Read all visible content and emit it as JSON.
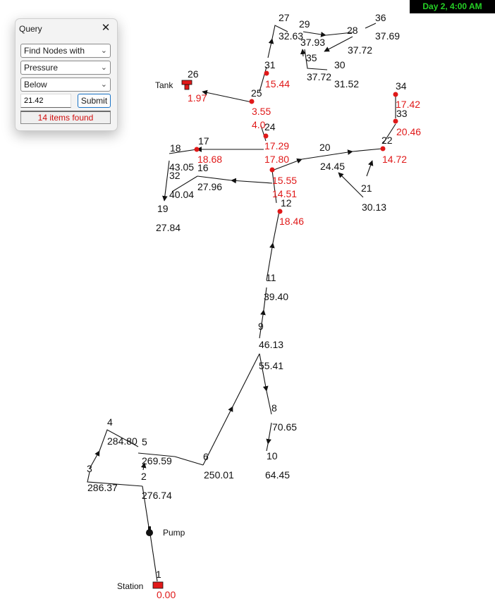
{
  "status": {
    "time_label": "Day 2, 4:00 AM"
  },
  "query_panel": {
    "title": "Query",
    "close_icon": "close-icon",
    "find_select": "Find Nodes with",
    "parameter_select": "Pressure",
    "condition_select": "Below",
    "value_input": "21.42",
    "submit_label": "Submit",
    "result_text": "14 items found",
    "result_color": "#d01010"
  },
  "colors": {
    "normal_value": "#111111",
    "highlight_value": "#e01919",
    "node_highlight": "#e01919",
    "link": "#111111"
  },
  "labels": {
    "tank": "Tank",
    "pump": "Pump",
    "station": "Station"
  },
  "nodes": [
    {
      "id": "1",
      "value": "0.00",
      "highlighted": true
    },
    {
      "id": "2",
      "value": "276.74",
      "highlighted": false
    },
    {
      "id": "3",
      "value": "286.37",
      "highlighted": false
    },
    {
      "id": "4",
      "value": "284.80",
      "highlighted": false
    },
    {
      "id": "5",
      "value": "269.59",
      "highlighted": false
    },
    {
      "id": "6",
      "value": "250.01",
      "highlighted": false
    },
    {
      "id": "8",
      "value": "70.65",
      "highlighted": false
    },
    {
      "id": "9",
      "value": "46.13",
      "highlighted": false
    },
    {
      "id": "10",
      "value": "64.45",
      "highlighted": false
    },
    {
      "id": "11",
      "value": "39.40",
      "highlighted": false
    },
    {
      "id": "12",
      "value": "18.46",
      "highlighted": true
    },
    {
      "id": "16",
      "value": "27.96",
      "highlighted": false
    },
    {
      "id": "17",
      "value": "18.68",
      "highlighted": true
    },
    {
      "id": "18",
      "value": "43.05",
      "highlighted": false
    },
    {
      "id": "19",
      "value": "27.84",
      "highlighted": false
    },
    {
      "id": "20",
      "value": "24.45",
      "highlighted": false
    },
    {
      "id": "21",
      "value": "30.13",
      "highlighted": false
    },
    {
      "id": "22",
      "value": "14.72",
      "highlighted": true
    },
    {
      "id": "24",
      "value": "4.0",
      "highlighted": true
    },
    {
      "id": "25",
      "value": "3.55",
      "highlighted": true
    },
    {
      "id": "26",
      "value": "1.97",
      "highlighted": true
    },
    {
      "id": "27",
      "value": "32.63",
      "highlighted": false
    },
    {
      "id": "28",
      "value": "37.72",
      "highlighted": false
    },
    {
      "id": "29",
      "value": "37.93",
      "highlighted": false
    },
    {
      "id": "30",
      "value": "31.52",
      "highlighted": false
    },
    {
      "id": "31",
      "value": "15.44",
      "highlighted": true
    },
    {
      "id": "32",
      "value": "40.04",
      "highlighted": false
    },
    {
      "id": "33",
      "value": "20.46",
      "highlighted": true
    },
    {
      "id": "34",
      "value": "17.42",
      "highlighted": true
    },
    {
      "id": "35",
      "value": "37.72",
      "highlighted": false
    },
    {
      "id": "36",
      "value": "37.69",
      "highlighted": false
    }
  ],
  "extra_values": [
    {
      "value": "17.29",
      "highlighted": true
    },
    {
      "value": "17.80",
      "highlighted": true
    },
    {
      "value": "15.55",
      "highlighted": true
    },
    {
      "value": "14.51",
      "highlighted": true
    },
    {
      "value": "55.41",
      "highlighted": false
    }
  ]
}
